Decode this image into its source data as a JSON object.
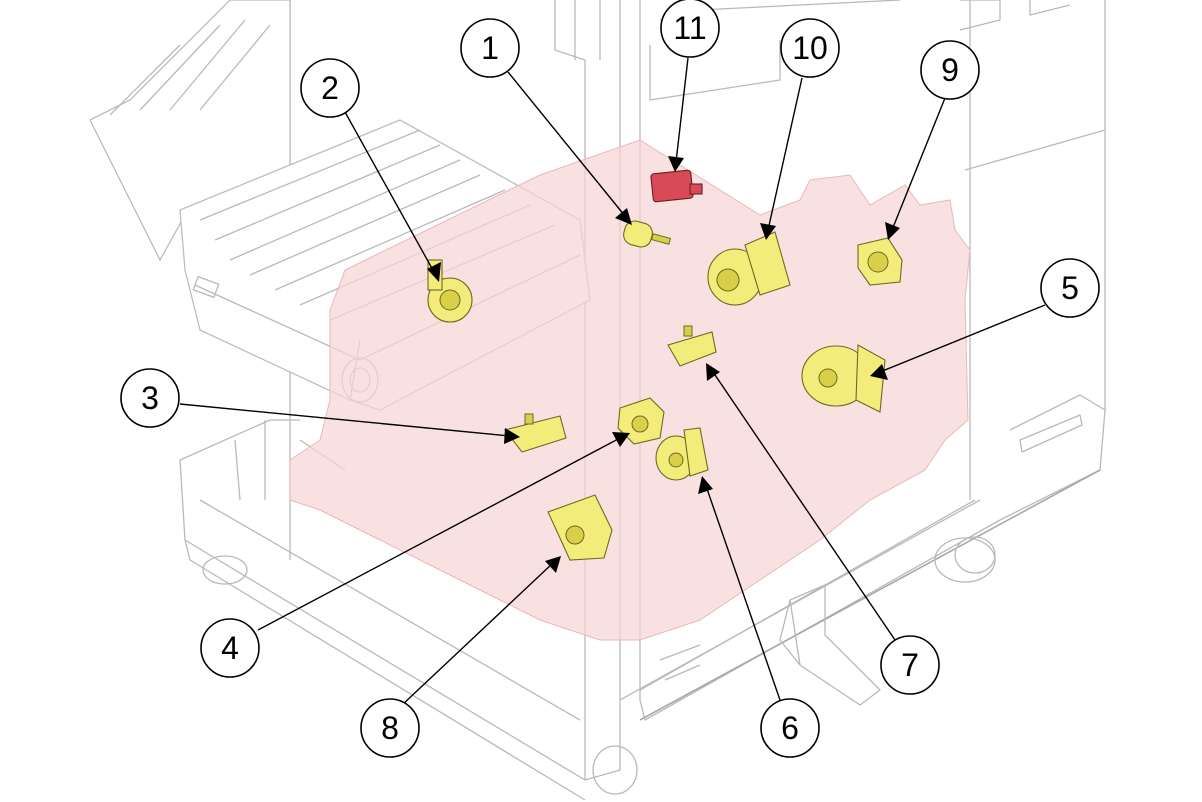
{
  "diagram": {
    "subject": "finisher-motor-locations",
    "colors": {
      "highlight_area": "#f7d6d6",
      "motor_fill": "#f4ec7a",
      "sensor_fill": "#d84a55",
      "outline": "#b9b9b9",
      "callout_stroke": "#000000"
    },
    "callouts": [
      {
        "id": "1",
        "label": "1"
      },
      {
        "id": "2",
        "label": "2"
      },
      {
        "id": "3",
        "label": "3"
      },
      {
        "id": "4",
        "label": "4"
      },
      {
        "id": "5",
        "label": "5"
      },
      {
        "id": "6",
        "label": "6"
      },
      {
        "id": "7",
        "label": "7"
      },
      {
        "id": "8",
        "label": "8"
      },
      {
        "id": "9",
        "label": "9"
      },
      {
        "id": "10",
        "label": "10"
      },
      {
        "id": "11",
        "label": "11"
      }
    ]
  }
}
